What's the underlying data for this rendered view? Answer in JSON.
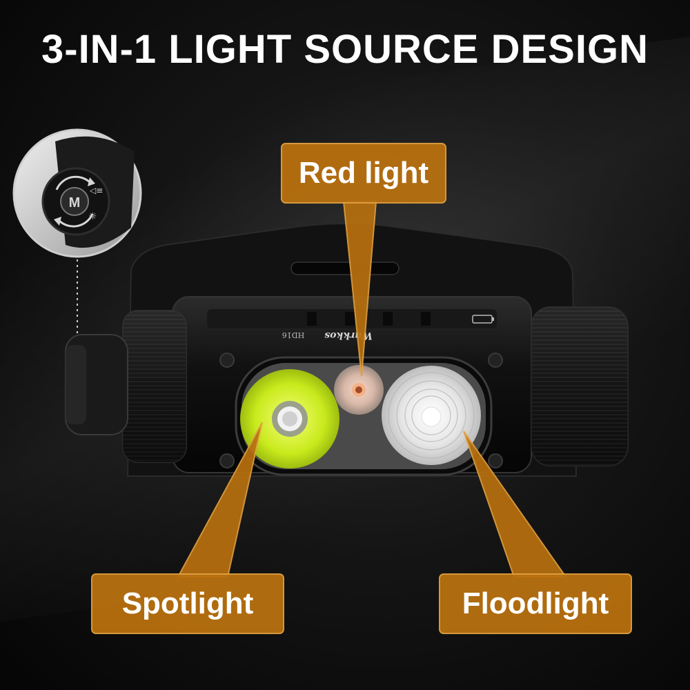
{
  "title": "3-IN-1 LIGHT SOURCE DESIGN",
  "callouts": {
    "red_light": "Red light",
    "spotlight": "Spotlight",
    "floodlight": "Floodlight"
  },
  "product": {
    "brand_text": "Wurkkos",
    "model_text": "HD16"
  },
  "button_inset": {
    "mode_letter": "M"
  },
  "colors": {
    "callout_fill": "#B8700F",
    "callout_stroke": "#E0A040",
    "background": "#111111"
  }
}
